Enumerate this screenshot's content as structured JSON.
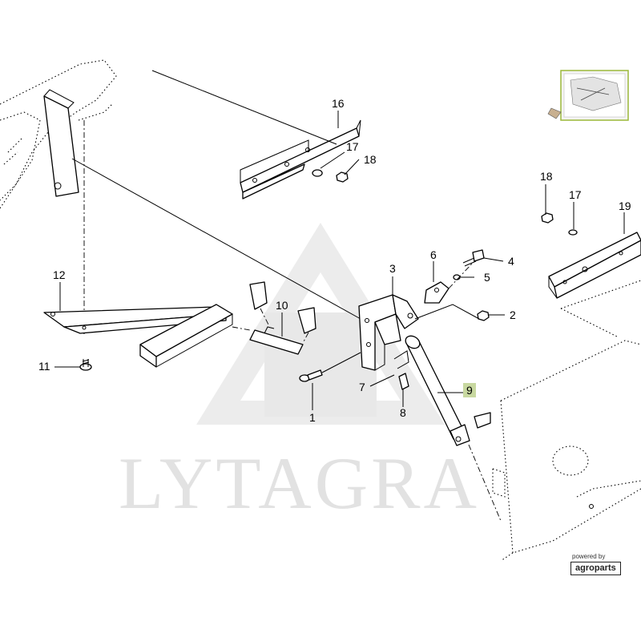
{
  "watermark": "LYTAGRA",
  "powered_by": {
    "caption": "powered by",
    "brand": "agroparts"
  },
  "callouts": [
    "1",
    "2",
    "3",
    "4",
    "5",
    "6",
    "7",
    "8",
    "9",
    "10",
    "11",
    "12",
    "16",
    "17",
    "18",
    "17",
    "18",
    "19"
  ],
  "highlighted_callout": "9",
  "colors": {
    "highlight": "#c8d8a0",
    "watermark": "#e2e2e2",
    "ink": "#000000"
  },
  "icons": [
    "locator-thumbnail-icon"
  ]
}
